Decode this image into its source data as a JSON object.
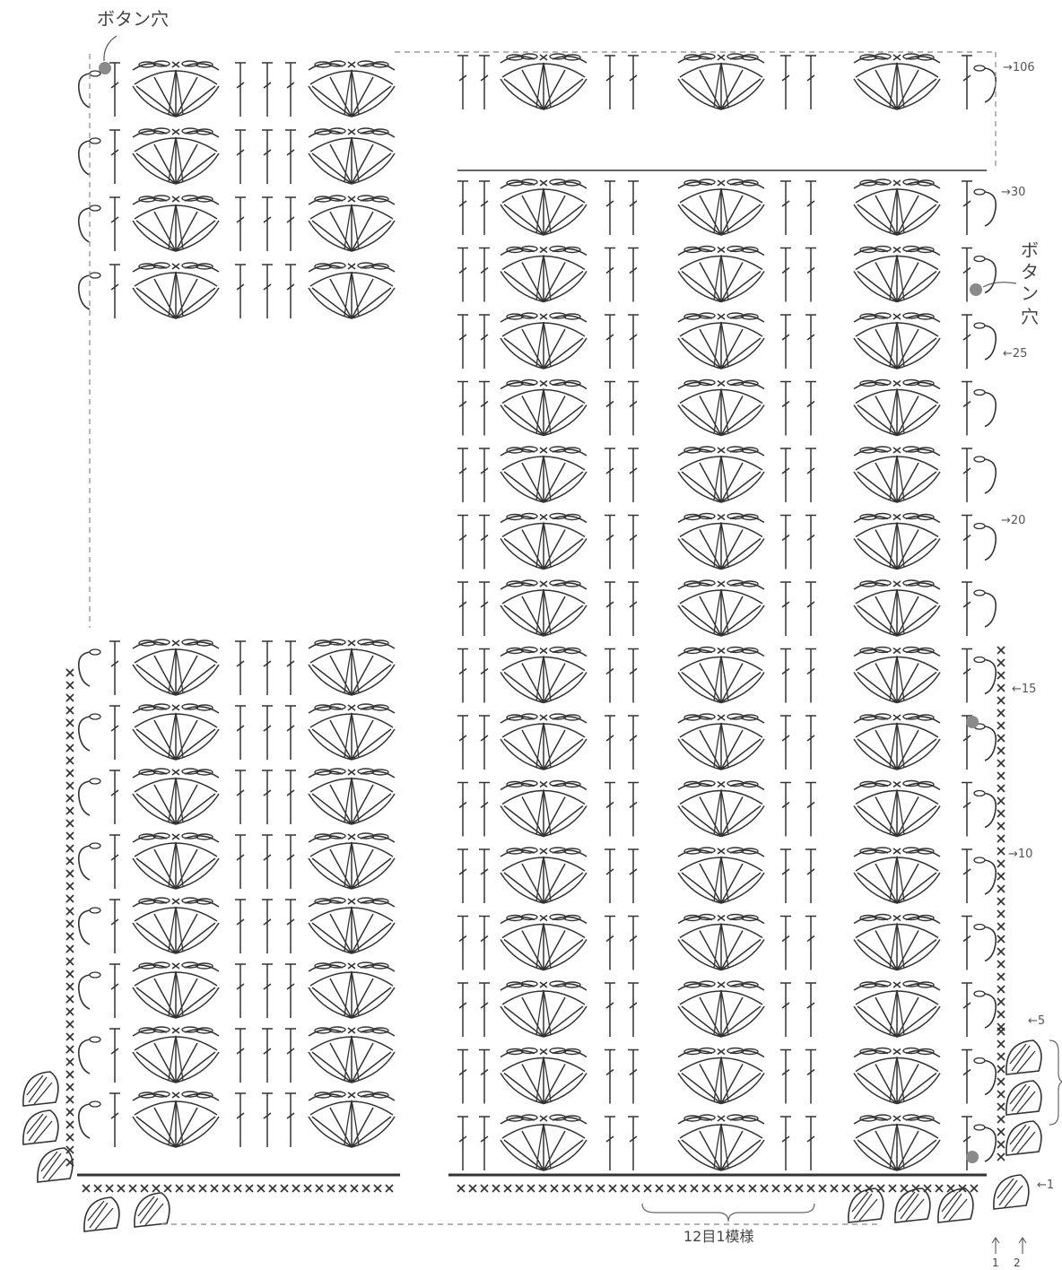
{
  "diagram": {
    "button_hole_label": "ボタン穴",
    "button_hole_label_vertical": [
      "ボ",
      "タ",
      "ン",
      "穴"
    ],
    "repeat_label": "12目1模様",
    "row_markers": [
      {
        "text": "→106"
      },
      {
        "text": "→30"
      },
      {
        "text": "←25"
      },
      {
        "text": "→20"
      },
      {
        "text": "←15"
      },
      {
        "text": "→10"
      },
      {
        "text": "←5"
      },
      {
        "text": "←1"
      }
    ],
    "stitch_counters": [
      "1",
      "2"
    ],
    "colors": {
      "ink": "#333333",
      "button_hole": "#8a8a8a",
      "guide": "#9a9a9a"
    }
  }
}
